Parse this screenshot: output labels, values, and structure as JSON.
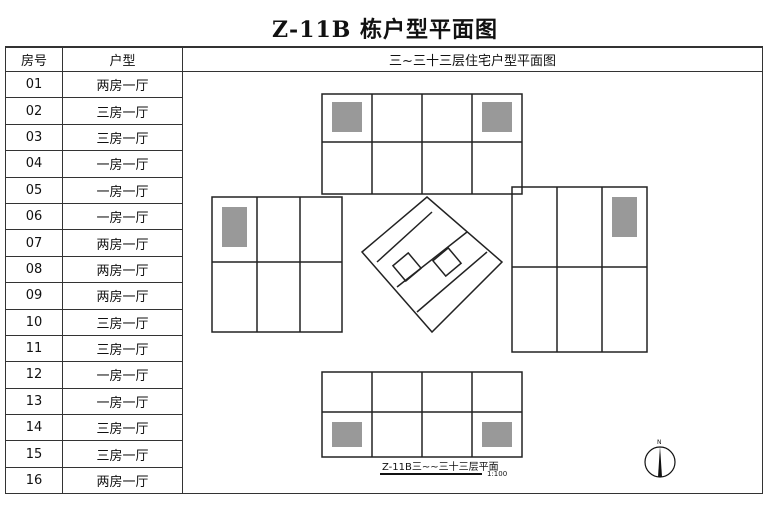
{
  "title": "Z-11B 栋户型平面图",
  "table": {
    "headers": [
      "房号",
      "户型",
      "三~三十三层住宅户型平面图"
    ],
    "rows": [
      {
        "no": "01",
        "type": "两房一厅"
      },
      {
        "no": "02",
        "type": "三房一厅"
      },
      {
        "no": "03",
        "type": "三房一厅"
      },
      {
        "no": "04",
        "type": "一房一厅"
      },
      {
        "no": "05",
        "type": "一房一厅"
      },
      {
        "no": "06",
        "type": "一房一厅"
      },
      {
        "no": "07",
        "type": "两房一厅"
      },
      {
        "no": "08",
        "type": "两房一厅"
      },
      {
        "no": "09",
        "type": "两房一厅"
      },
      {
        "no": "10",
        "type": "三房一厅"
      },
      {
        "no": "11",
        "type": "三房一厅"
      },
      {
        "no": "12",
        "type": "一房一厅"
      },
      {
        "no": "13",
        "type": "一房一厅"
      },
      {
        "no": "14",
        "type": "三房一厅"
      },
      {
        "no": "15",
        "type": "三房一厅"
      },
      {
        "no": "16",
        "type": "两房一厅"
      }
    ]
  },
  "plan": {
    "caption": "Z-11B三~~三十三层平面",
    "scale": "1:100",
    "north_label": "N",
    "icon": "north-arrow-icon"
  }
}
